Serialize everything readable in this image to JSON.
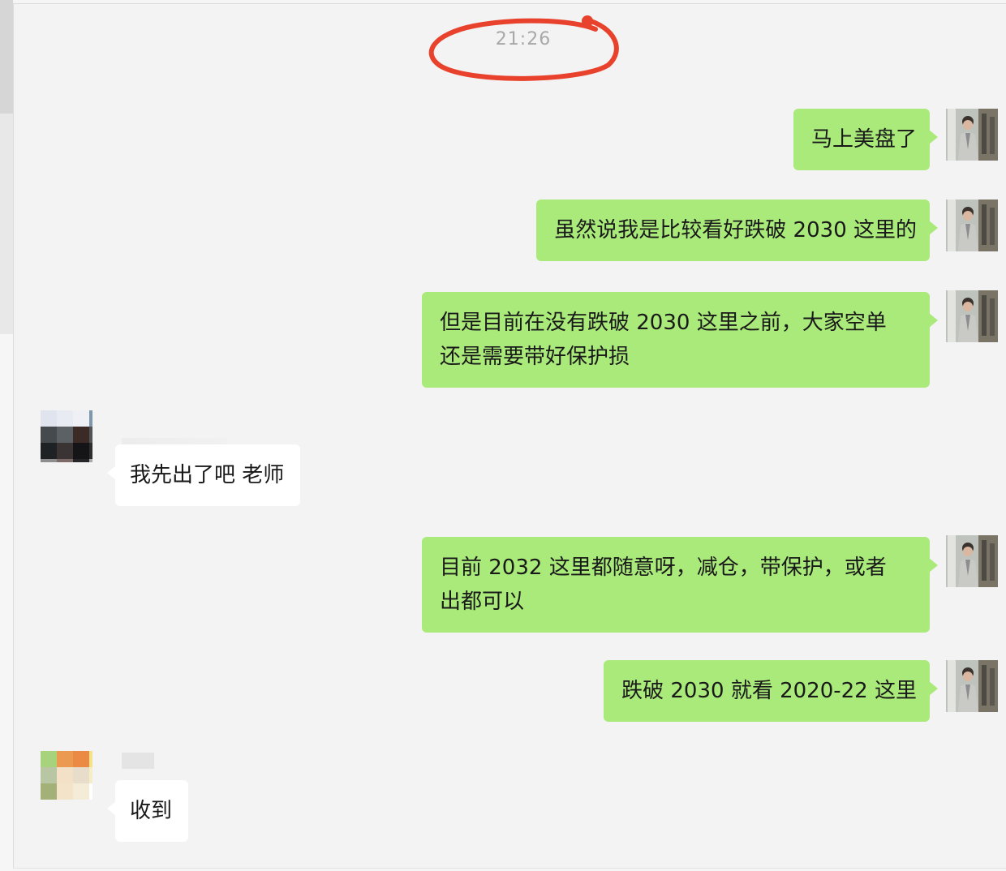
{
  "chat": {
    "timestamp": "21:26",
    "messages": [
      {
        "side": "out",
        "text": "马上美盘了"
      },
      {
        "side": "out",
        "text": "虽然说我是比较看好跌破 2030 这里的"
      },
      {
        "side": "out",
        "text": "但是目前在没有跌破 2030 这里之前，大家空单\n还是需要带好保护损"
      },
      {
        "side": "in",
        "text": "我先出了吧 老师"
      },
      {
        "side": "out",
        "text": "目前 2032 这里都随意呀，减仓，带保护，或者\n出都可以"
      },
      {
        "side": "out",
        "text": "跌破 2030 就看 2020-22 这里"
      },
      {
        "side": "in",
        "text": "收到"
      }
    ]
  },
  "colors": {
    "outgoing_bubble": "#a9ea7a",
    "incoming_bubble": "#ffffff",
    "background": "#f3f3f3",
    "annotation": "#e8412c"
  }
}
